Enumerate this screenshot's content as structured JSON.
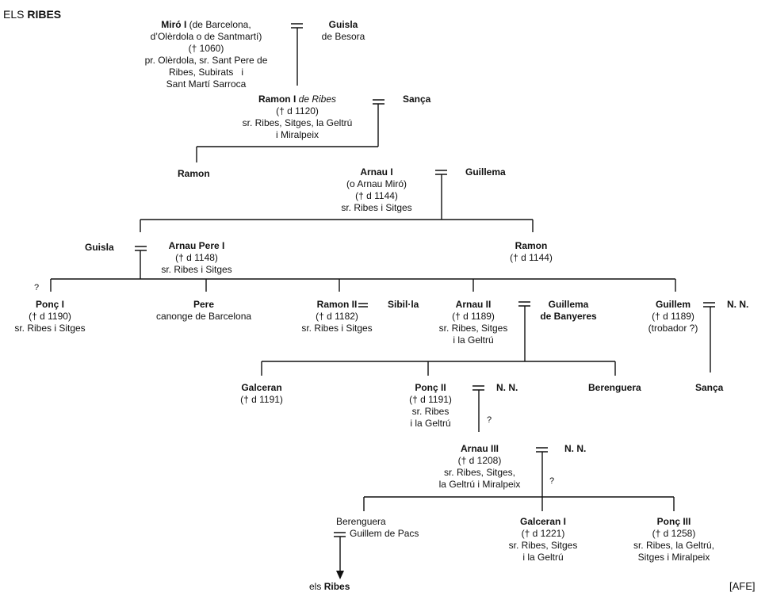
{
  "title": {
    "prefix": "ELS",
    "name": "RIBES"
  },
  "people": {
    "miro_name": "Miró I",
    "miro_lines": [
      "(de Barcelona,",
      "d’Olèrdola o de Santmartí)",
      "(† 1060)",
      "pr. Olèrdola, sr. Sant Pere de",
      "Ribes, Subirats   i",
      "Sant Martí Sarroca"
    ],
    "guisla1_name": "Guisla",
    "guisla1_line": "de Besora",
    "ramon1_name": "Ramon I",
    "ramon1_epithet": "de Ribes",
    "ramon1_lines": [
      "(† d 1120)",
      "sr. Ribes, Sitges, la Geltrú",
      "i Miralpeix"
    ],
    "sanca1_name": "Sança",
    "ramon_a_name": "Ramon",
    "arnau1_name": "Arnau I",
    "arnau1_lines": [
      "(o Arnau Miró)",
      "(† d 1144)",
      "sr. Ribes i Sitges"
    ],
    "guillema1_name": "Guillema",
    "guisla2_name": "Guisla",
    "arnaupere_name": "Arnau Pere I",
    "arnaupere_lines": [
      "(† d 1148)",
      "sr. Ribes i Sitges"
    ],
    "ramon_b_name": "Ramon",
    "ramon_b_line": "(† d 1144)",
    "ponc1_name": "Ponç I",
    "ponc1_lines": [
      "(† d 1190)",
      "sr. Ribes i Sitges"
    ],
    "pere_name": "Pere",
    "pere_line": "canonge de Barcelona",
    "ramon2_name": "Ramon II",
    "ramon2_lines": [
      "(† d 1182)",
      "sr. Ribes i Sitges"
    ],
    "sibila_name": "Sibil·la",
    "arnau2_name": "Arnau II",
    "arnau2_lines": [
      "(† d 1189)",
      "sr. Ribes, Sitges",
      "i la Geltrú"
    ],
    "guillema2_name": "Guillema",
    "guillema2_name2": "de Banyeres",
    "guillem_name": "Guillem",
    "guillem_lines": [
      "(† d 1189)",
      "(trobador ?)"
    ],
    "nn1_name": "N. N.",
    "sanca2_name": "Sança",
    "galceran_name": "Galceran",
    "galceran_line": "(† d 1191)",
    "ponc2_name": "Ponç II",
    "ponc2_lines": [
      "(† d 1191)",
      "sr. Ribes",
      "i la Geltrú"
    ],
    "nn2_name": "N. N.",
    "berenguera1_name": "Berenguera",
    "arnau3_name": "Arnau III",
    "arnau3_lines": [
      "(† d 1208)",
      "sr. Ribes, Sitges,",
      "la Geltrú i Miralpeix"
    ],
    "nn3_name": "N. N.",
    "berenguera2_line": "Berenguera",
    "guillempacs_line": "Guillem de Pacs",
    "galceran1_name": "Galceran I",
    "galceran1_lines": [
      "(† d 1221)",
      "sr. Ribes, Sitges",
      "i la Geltrú"
    ],
    "ponc3_name": "Ponç III",
    "ponc3_lines": [
      "(† d 1258)",
      "sr. Ribes, la Geltrú,",
      "Sitges i Miralpeix"
    ],
    "elsribes_prefix": "els",
    "elsribes_name": "Ribes"
  },
  "marks": {
    "q": "?"
  },
  "footer": "[AFE]"
}
